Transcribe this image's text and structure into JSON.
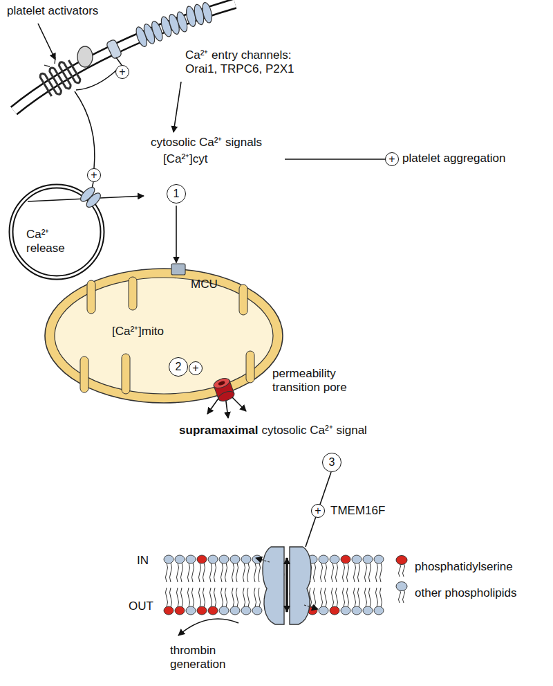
{
  "diagram": {
    "nodes": [
      {
        "text": [
          "Ca²⁺ release"
        ]
      },
      {
        "text": [
          "1"
        ]
      },
      {
        "text": [
          "MCU",
          "[Ca²⁺]mito"
        ]
      },
      {
        "text": [
          "2"
        ],
        "in": 2
      },
      {
        "text": [
          "3"
        ]
      }
    ],
    "edges": [
      {
        "from": 1,
        "to": 2,
        "arrow": "to"
      }
    ],
    "labels": [
      "platelet activators",
      "+",
      "Ca²⁺ entry channels: Orai1, TRPC6, P2X1",
      "+",
      "cytosolic Ca²⁺ signals",
      "[Ca²⁺]cyt",
      "+",
      "platelet aggregation",
      "+",
      "permeability transition pore",
      "supramaximal",
      "cytosolic Ca²⁺ signal",
      "+",
      "TMEM16F",
      "IN",
      "OUT",
      "thrombin generation"
    ],
    "legend": [
      {
        "text": "phosphatidylserine",
        "color": "#d7261e"
      },
      {
        "text": "other phospholipids",
        "color": "#b7c9de"
      }
    ]
  }
}
